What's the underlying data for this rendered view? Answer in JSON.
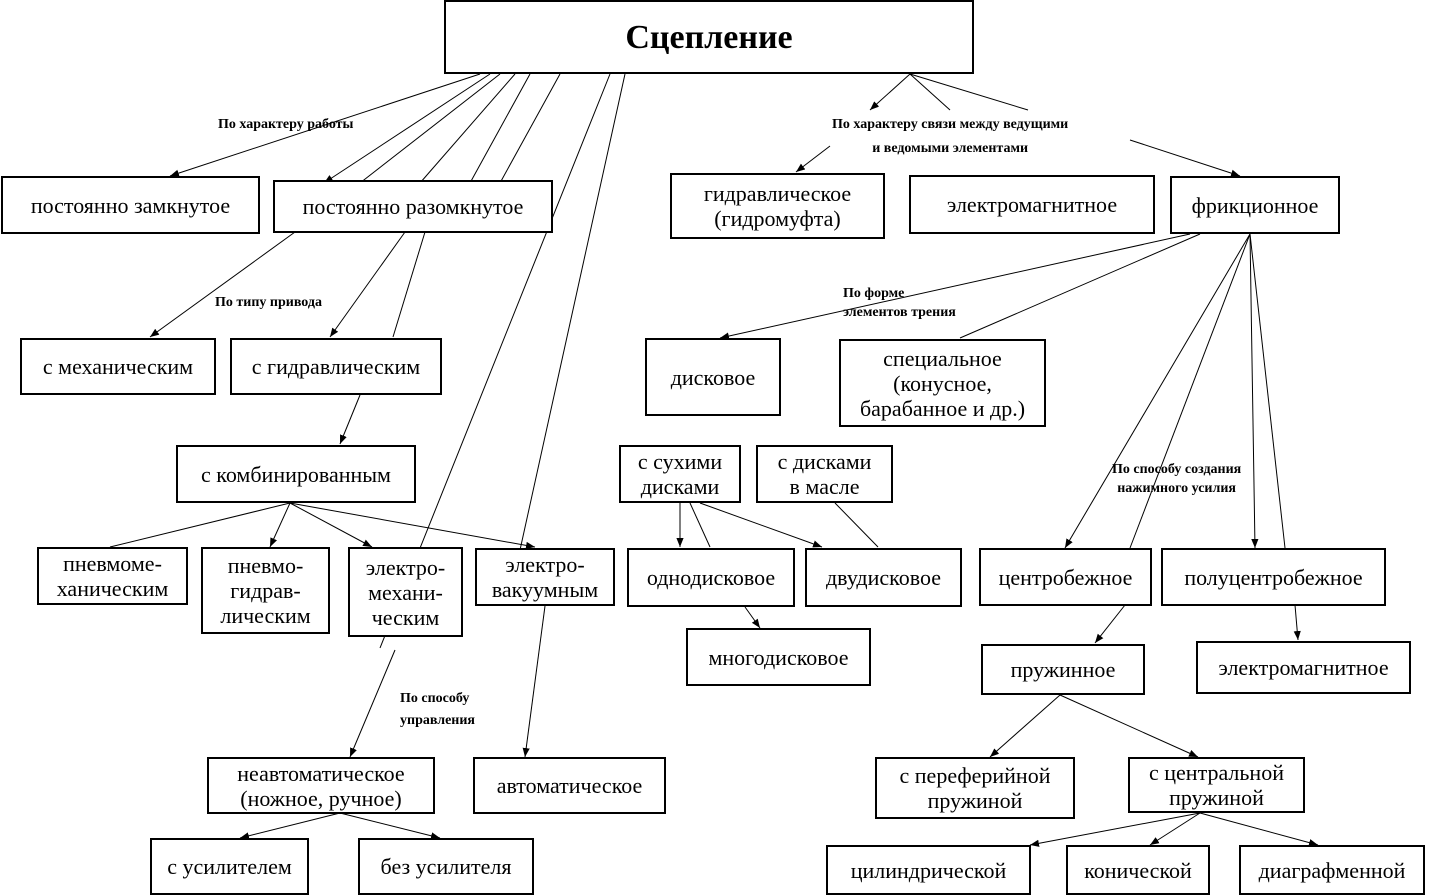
{
  "nodes": {
    "root": "Сцепление",
    "perm_closed": "постоянно замкнутое",
    "perm_open": "постоянно разомкнутое",
    "hydraulic_coupling": "гидравлическое\n(гидромуфта)",
    "electromagnetic": "электромагнитное",
    "friction": "фрикционное",
    "mechanical": "с механическим",
    "hydraulic": "с гидравлическим",
    "combined": "с комбинированным",
    "pneumomech": "пневмоме-\nханическим",
    "pneumohydr": "пневмо-\nгидрав-\nлическим",
    "electromech": "электро-\nмехани-\nческим",
    "electrovac": "электро-\nвакуумным",
    "nonautomatic": "неавтоматическое\n(ножное, ручное)",
    "automatic": "автоматическое",
    "with_amp": "с усилителем",
    "without_amp": "без усилителя",
    "disk": "дисковое",
    "special": "специальное\n(конусное,\nбарабанное и др.)",
    "dry_disks": "с сухими\nдисками",
    "oil_disks": "с дисками\nв масле",
    "single_disk": "однодисковое",
    "double_disk": "двудисковое",
    "multi_disk": "многодисковое",
    "centrifugal": "центробежное",
    "semicentrifugal": "полуцентробежное",
    "spring": "пружинное",
    "electromagnetic2": "электромагнитное",
    "peripheral_spring": "с переферийной\nпружиной",
    "central_spring": "с центральной\nпружиной",
    "cylindrical": "цилиндрической",
    "conical": "конической",
    "diaphragm": "диаграфменной"
  },
  "labels": {
    "by_operation": "По характеру работы",
    "by_connection": "По характеру связи между ведущими\nи ведомыми элементами",
    "by_drive": "По типу привода",
    "by_friction_shape": "По форме\n        элементов трения",
    "by_pressure": "По способу создания\nнажимного усилия",
    "by_control": "По способу\nуправления"
  }
}
